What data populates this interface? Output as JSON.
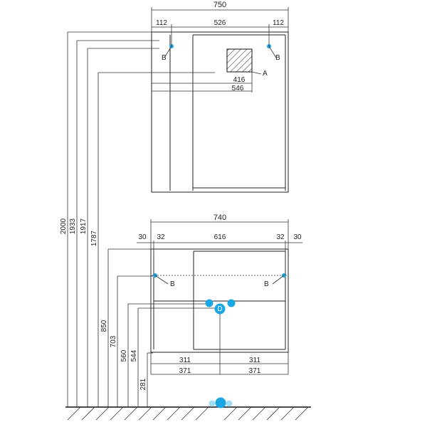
{
  "colors": {
    "stroke": "#222222",
    "accent": "#1ba7e3",
    "accent_light": "#9fdcf5",
    "background": "#ffffff"
  },
  "mirror_cabinet": {
    "overall_width": "750",
    "left_offset": "112",
    "middle_width": "526",
    "right_offset": "112",
    "inner_width_a": "416",
    "inner_width_b": "546",
    "mark_b_left": "B",
    "mark_b_right": "B",
    "mark_a": "A"
  },
  "vanity_cabinet": {
    "overall_width": "740",
    "left_offset_1": "30",
    "left_offset_2": "32",
    "middle_width": "616",
    "right_offset_2": "32",
    "right_offset_1": "30",
    "mark_b_left": "B",
    "mark_b_right": "B",
    "mark_d": "D",
    "bottom_left_1": "311",
    "bottom_left_2": "371",
    "bottom_right_1": "311",
    "bottom_right_2": "371"
  },
  "heights": {
    "h2000": "2000",
    "h1933": "1933",
    "h1917": "1917",
    "h1787": "1787",
    "h850": "850",
    "h703": "703",
    "h560": "560",
    "h544": "544",
    "h281": "281"
  }
}
